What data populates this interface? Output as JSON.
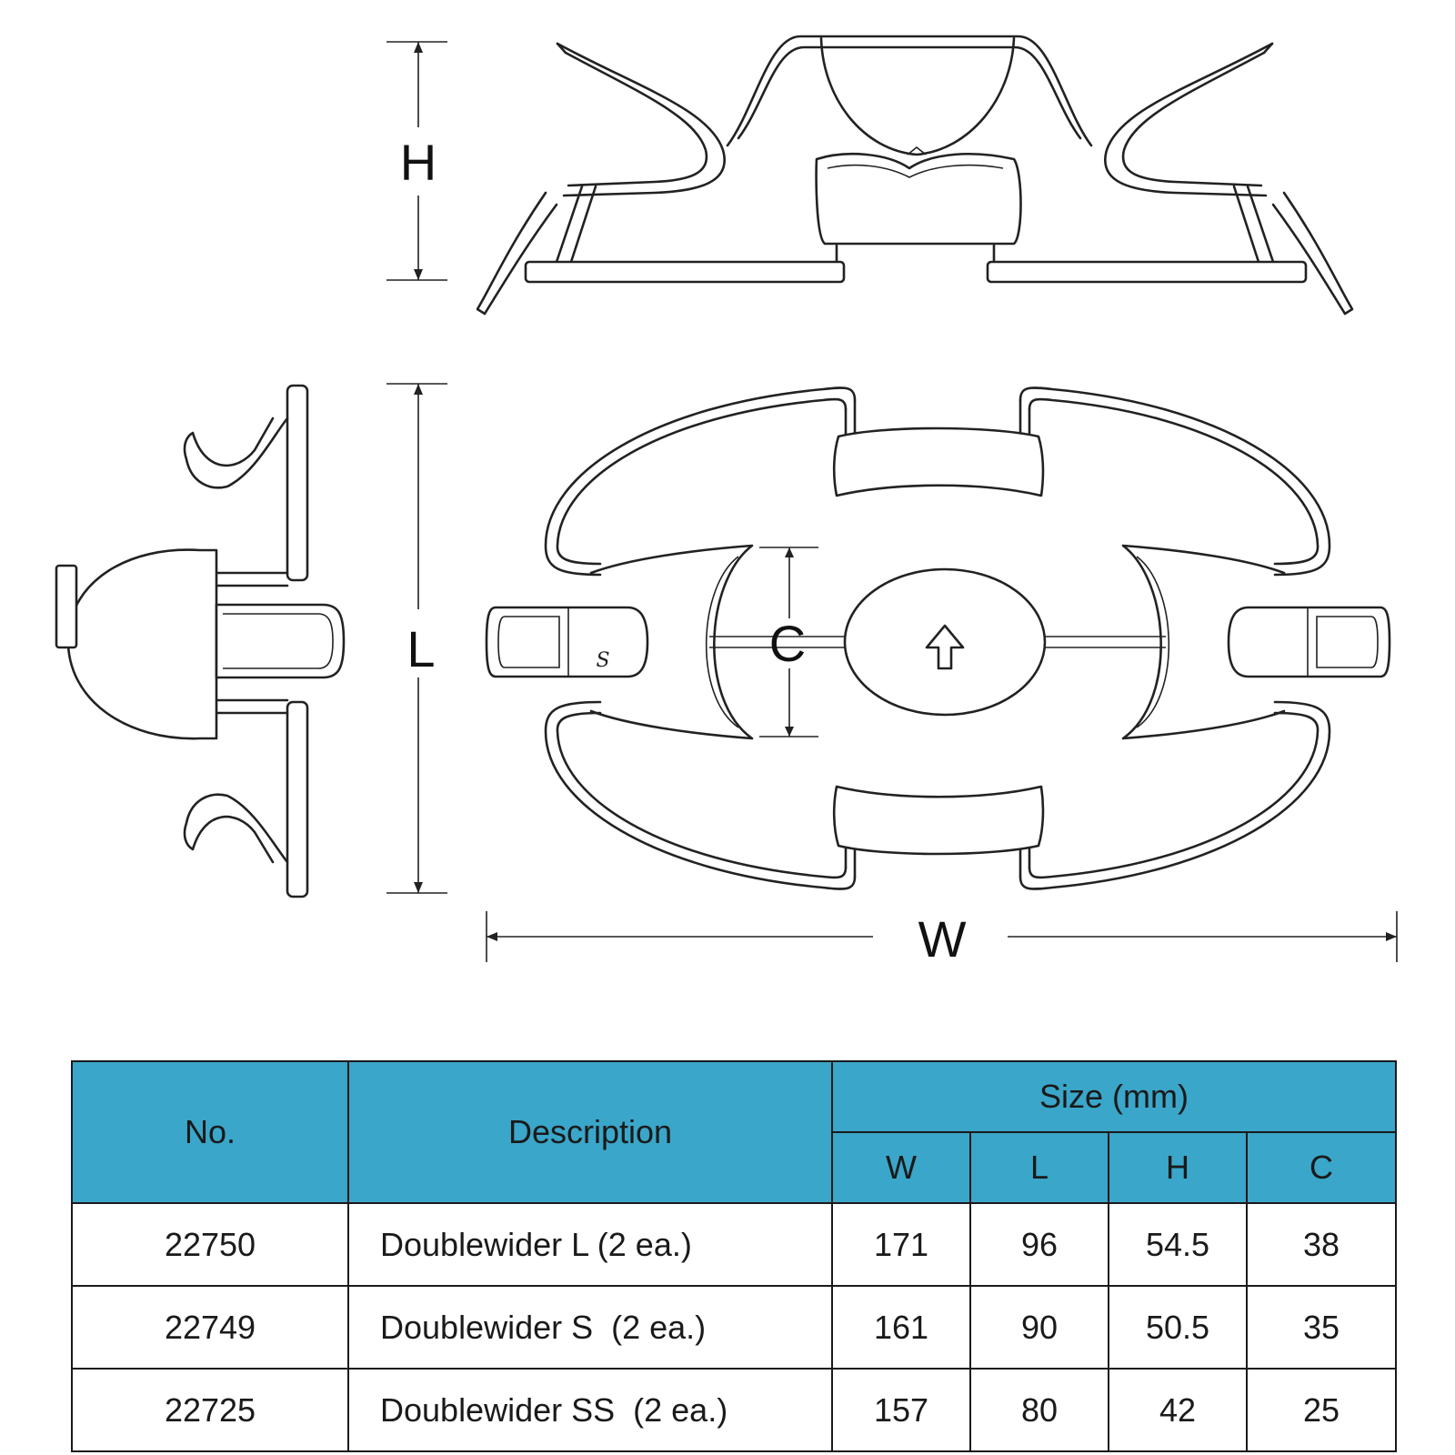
{
  "dimension_labels": {
    "h": "H",
    "l": "L",
    "c": "C",
    "w": "W"
  },
  "product_mark": "S",
  "table": {
    "headers": {
      "no": "No.",
      "description": "Description",
      "size_group": "Size (mm)",
      "w": "W",
      "l": "L",
      "h": "H",
      "c": "C"
    },
    "rows": [
      {
        "no": "22750",
        "description": "Doublewider L (2 ea.)",
        "w": "171",
        "l": "96",
        "h": "54.5",
        "c": "38"
      },
      {
        "no": "22749",
        "description": "Doublewider S  (2 ea.)",
        "w": "161",
        "l": "90",
        "h": "50.5",
        "c": "35"
      },
      {
        "no": "22725",
        "description": "Doublewider SS  (2 ea.)",
        "w": "157",
        "l": "80",
        "h": "42",
        "c": "25"
      }
    ],
    "header_color": "#3aa6c9"
  }
}
